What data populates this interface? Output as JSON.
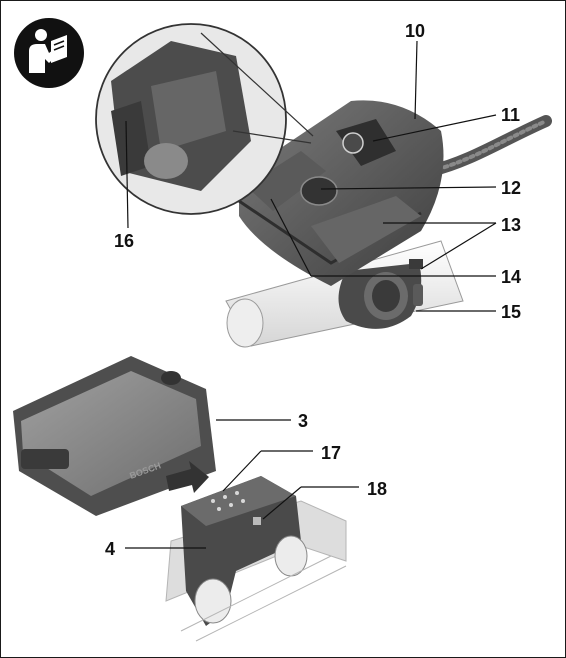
{
  "figure": {
    "callouts": [
      {
        "id": "c10",
        "label": "10"
      },
      {
        "id": "c11",
        "label": "11"
      },
      {
        "id": "c12",
        "label": "12"
      },
      {
        "id": "c13",
        "label": "13"
      },
      {
        "id": "c14",
        "label": "14"
      },
      {
        "id": "c15",
        "label": "15"
      },
      {
        "id": "c16",
        "label": "16"
      },
      {
        "id": "c3",
        "label": "3"
      },
      {
        "id": "c17",
        "label": "17"
      },
      {
        "id": "c18",
        "label": "18"
      },
      {
        "id": "c4",
        "label": "4"
      }
    ],
    "display_brand": "BOSCH",
    "icons": {
      "manual": "read-manual-icon"
    },
    "colors": {
      "ink": "#111111",
      "dark_grey": "#4a4a4a",
      "mid_grey": "#6b6b6b",
      "light_grey": "#bdbdbd",
      "screen": "#8c8c8c"
    }
  }
}
